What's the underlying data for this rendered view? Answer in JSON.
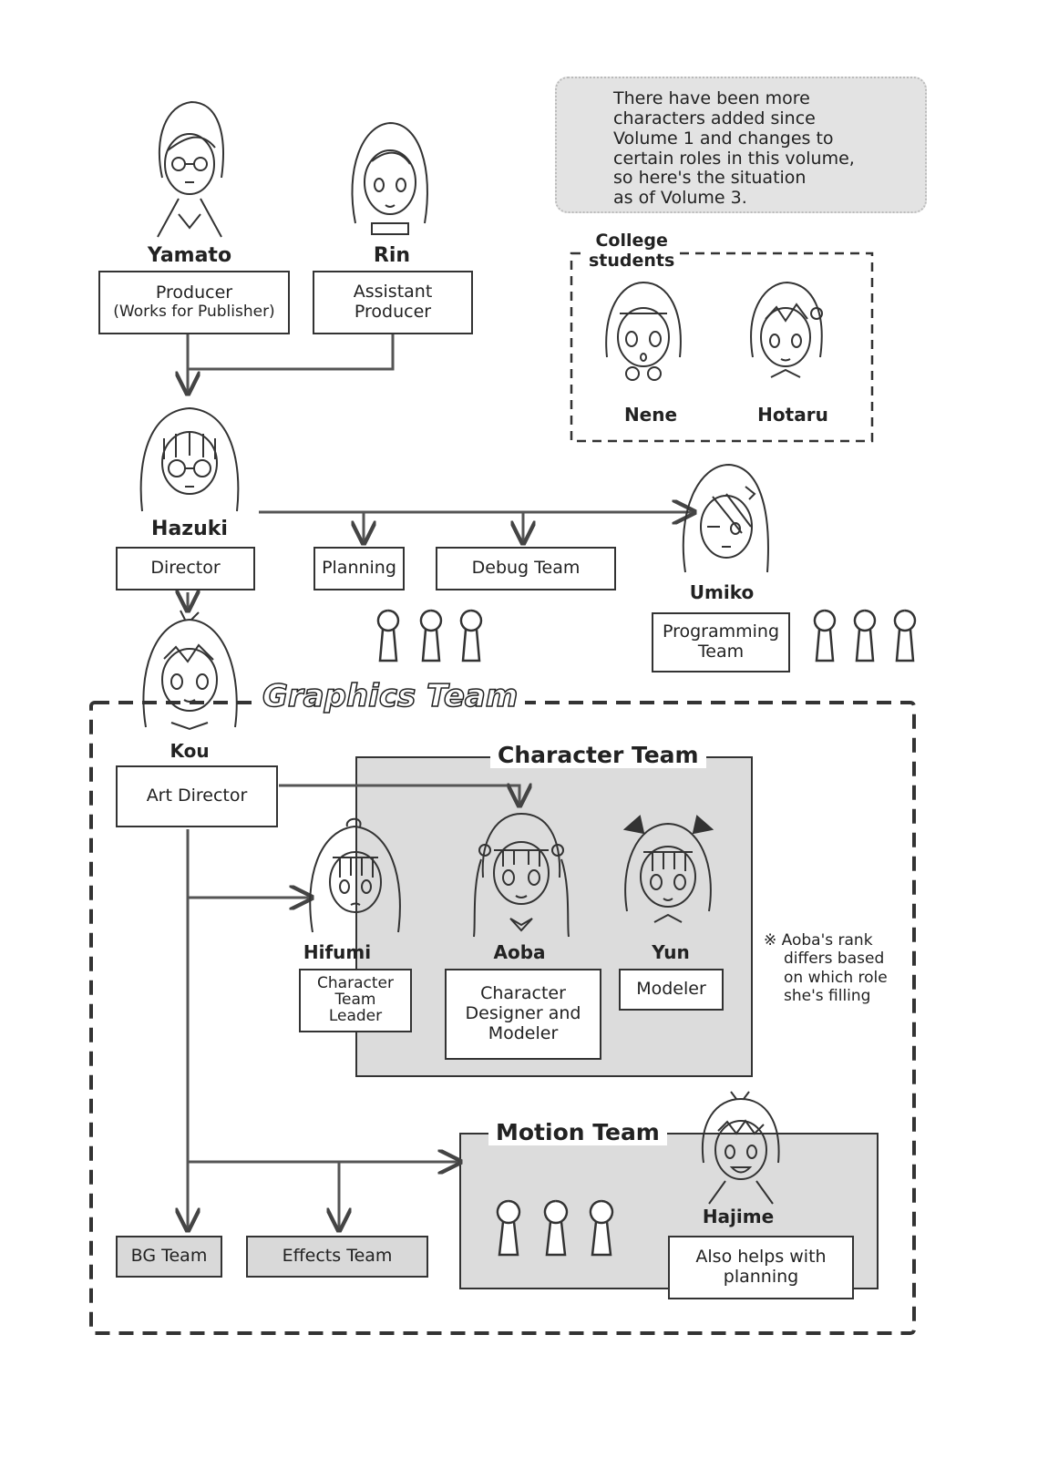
{
  "note": {
    "lines": [
      "There have been more",
      "characters added since",
      "Volume 1 and changes to",
      "certain roles in this volume,",
      "so here's the situation",
      "as of Volume 3."
    ]
  },
  "college": {
    "title_lines": [
      "College",
      "students"
    ],
    "members": [
      "Nene",
      "Hotaru"
    ]
  },
  "people": {
    "yamato": "Yamato",
    "rin": "Rin",
    "hazuki": "Hazuki",
    "umiko": "Umiko",
    "kou": "Kou",
    "hifumi": "Hifumi",
    "aoba": "Aoba",
    "yun": "Yun",
    "hajime": "Hajime"
  },
  "roles": {
    "producer": [
      "Producer",
      "(Works for Publisher)"
    ],
    "assistant_producer": [
      "Assistant",
      "Producer"
    ],
    "director": "Director",
    "planning": "Planning",
    "debug_team": "Debug Team",
    "programming_team": [
      "Programming",
      "Team"
    ],
    "art_director": "Art Director",
    "character_team_leader": [
      "Character",
      "Team",
      "Leader"
    ],
    "character_designer": [
      "Character",
      "Designer and",
      "Modeler"
    ],
    "modeler": "Modeler",
    "bg_team": "BG Team",
    "effects_team": "Effects Team",
    "also_helps": [
      "Also helps with",
      "planning"
    ]
  },
  "sections": {
    "graphics_team": "Graphics Team",
    "character_team": "Character Team",
    "motion_team": "Motion Team"
  },
  "side_note": {
    "lines": [
      "※ Aoba's rank",
      "differs based",
      "on which role",
      "she's filling"
    ]
  }
}
